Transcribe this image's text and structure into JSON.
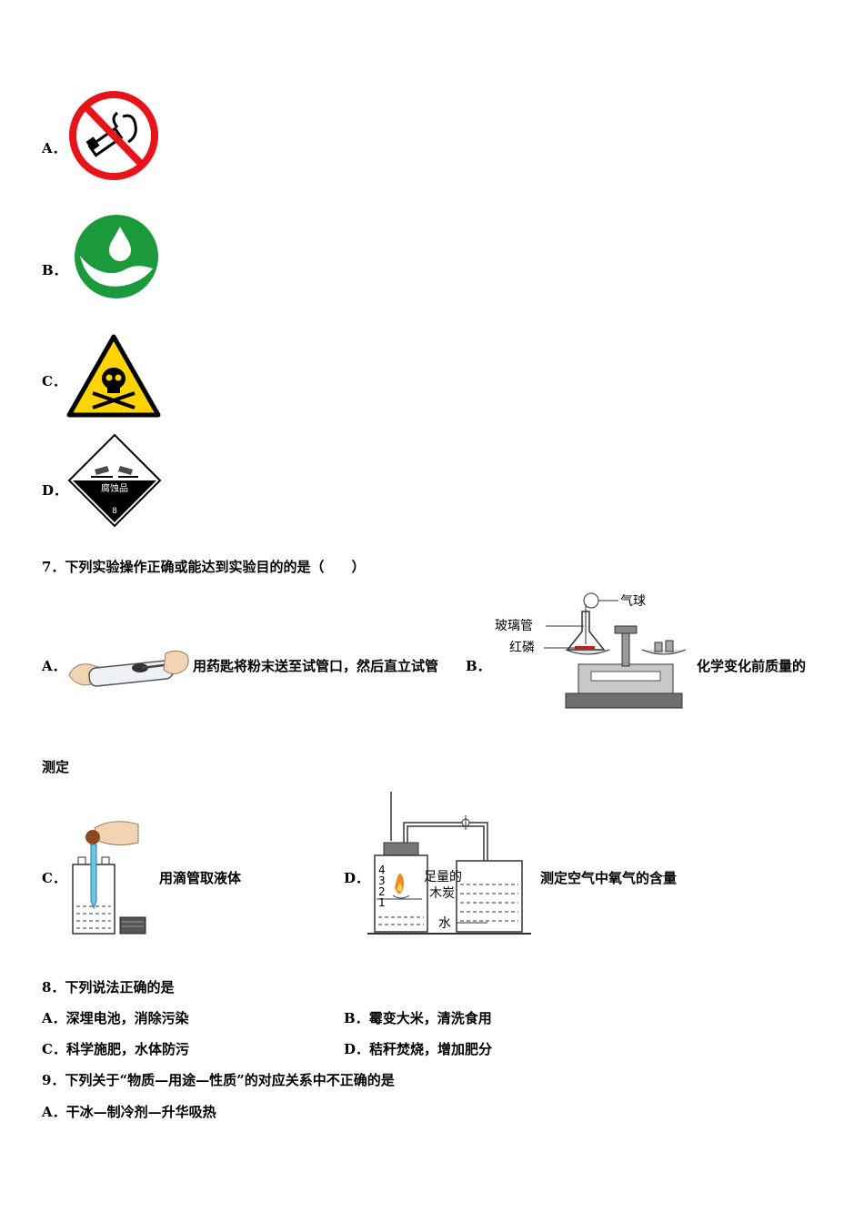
{
  "q6_options": [
    {
      "letter": "A．",
      "icon": "no-smoking-sign"
    },
    {
      "letter": "B．",
      "icon": "water-saving-sign"
    },
    {
      "letter": "C．",
      "icon": "toxic-warning-sign"
    },
    {
      "letter": "D．",
      "icon": "corrosive-hazard-sign",
      "sign_text": "腐蚀品",
      "sign_number": "8"
    }
  ],
  "q7": {
    "stem": "7．下列实验操作正确或能达到实验目的的是（　　）",
    "a": {
      "letter": "A．",
      "text": "用药匙将粉末送至试管口，然后直立试管"
    },
    "b": {
      "letter": "B．",
      "text_1": "化学变化前质量的",
      "text_2": "测定",
      "labels": {
        "balloon": "气球",
        "glass_tube": "玻璃管",
        "red_phosphorus": "红磷"
      }
    },
    "c": {
      "letter": "C．",
      "text": "用滴管取液体"
    },
    "d": {
      "letter": "D．",
      "text": "测定空气中氧气的含量",
      "labels": {
        "charcoal_1": "足量的",
        "charcoal_2": "木炭",
        "water": "水"
      },
      "scale": [
        "4",
        "3",
        "2",
        "1"
      ]
    }
  },
  "q8": {
    "stem": "8．下列说法正确的是",
    "options": [
      {
        "letter": "A．",
        "text": "深埋电池，消除污染"
      },
      {
        "letter": "B．",
        "text": "霉变大米，清洗食用"
      },
      {
        "letter": "C．",
        "text": "科学施肥，水体防污"
      },
      {
        "letter": "D．",
        "text": "秸秆焚烧，增加肥分"
      }
    ]
  },
  "q9": {
    "stem": "9．下列关于“物质—用途—性质”的对应关系中不正确的是",
    "options": [
      {
        "letter": "A．",
        "text": "干冰—制冷剂—升华吸热"
      }
    ]
  }
}
